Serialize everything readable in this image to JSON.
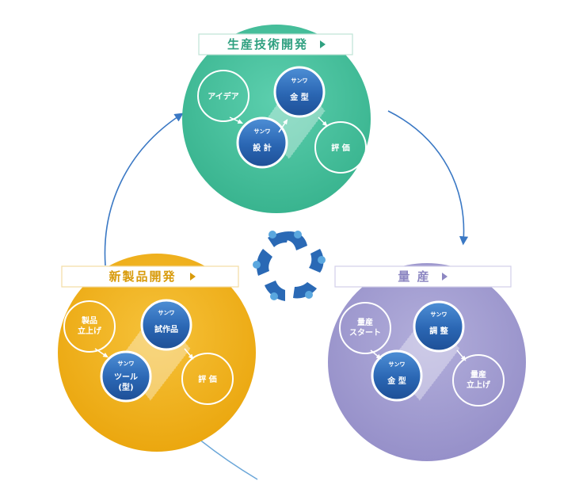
{
  "colors": {
    "green": "#3fbf99",
    "yellow": "#f0b318",
    "purple": "#9f9ad0",
    "blue_node": "#2a69b5",
    "arrow": "#3a78c4",
    "title_green": "#2fa080",
    "title_yellow": "#d89a0a",
    "title_purple": "#8d87c2"
  },
  "stages": {
    "development": {
      "title": "生産技術開発",
      "idea": "アイデア",
      "sanwa_top": "サンワ",
      "mold": "金 型",
      "sanwa_bottom": "サンワ",
      "design": "設 計",
      "evaluation": "評 価"
    },
    "new_product": {
      "title": "新製品開発",
      "launch_line1": "製品",
      "launch_line2": "立上げ",
      "sanwa_top": "サンワ",
      "prototype": "試作品",
      "sanwa_bottom": "サンワ",
      "tool_line1": "ツール",
      "tool_line2": "(型)",
      "evaluation": "評 価"
    },
    "mass_production": {
      "title": "量 産",
      "start_line1": "量産",
      "start_line2": "スタート",
      "sanwa_top": "サンワ",
      "adjust": "調 整",
      "sanwa_bottom": "サンワ",
      "mold": "金 型",
      "launch_line1": "量産",
      "launch_line2": "立上げ"
    }
  },
  "icons": {
    "center_logo": "people-circle-logo-icon",
    "title_arrow": "triangle-right-icon"
  }
}
